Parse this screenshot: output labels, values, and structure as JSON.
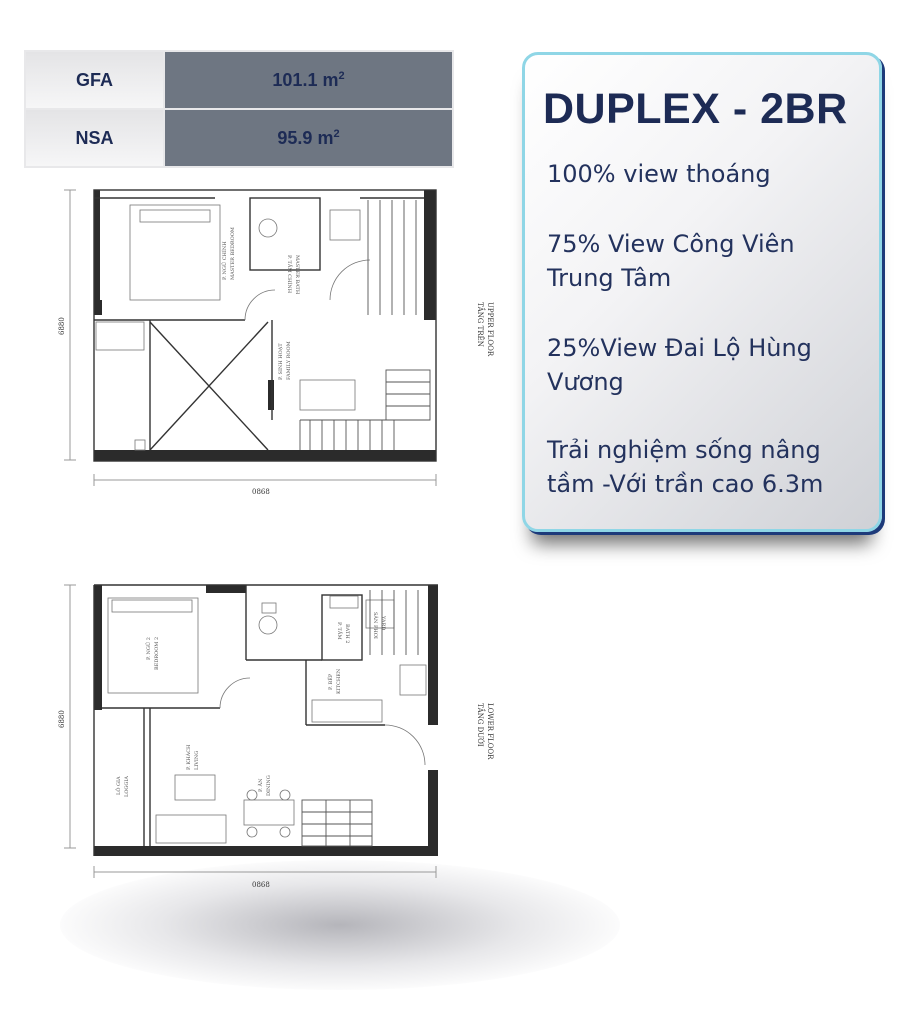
{
  "area_table": {
    "rows": [
      {
        "label": "GFA",
        "value": "101.1 m",
        "unit_sup": "2"
      },
      {
        "label": "NSA",
        "value": "95.9 m",
        "unit_sup": "2"
      }
    ]
  },
  "card": {
    "title": "DUPLEX - 2BR",
    "features": [
      "100% view thoáng",
      "75% View Công Viên Trung Tâm",
      "25%View Đai Lộ Hùng Vương",
      "Trải nghiệm sống nâng tầm -Với trần cao 6.3m"
    ]
  },
  "upper_plan": {
    "floor_label_vi": "TẦNG TRÊN",
    "floor_label_en": "UPPER FLOOR",
    "dim_height": "6880",
    "dim_width": "0868",
    "rooms": {
      "master_vi": "P. NGỦ CHÍNH",
      "master_en": "MASTER BEDROOM",
      "bath_vi": "P. TẮM CHÍNH",
      "bath_en": "MASTER BATH",
      "family_vi": "P. SINH HOẠT",
      "family_en": "FAMILY ROOM"
    }
  },
  "lower_plan": {
    "floor_label_vi": "TẦNG DƯỚI",
    "floor_label_en": "LOWER FLOOR",
    "dim_height": "6880",
    "dim_width": "0868",
    "rooms": {
      "bed2_vi": "P. NGỦ 2",
      "bed2_en": "BEDROOM 2",
      "bath2_vi": "P. TẮM",
      "bath2_en": "BATH 2",
      "yard_vi": "SÂN PHƠI",
      "yard_en": "YARD",
      "kitchen_vi": "P. BẾP",
      "kitchen_en": "KITCHEN",
      "living_vi": "P. KHÁCH",
      "living_en": "LIVING",
      "dining_vi": "P. ĂN",
      "dining_en": "DINING",
      "loggia_vi": "LÔ GIA",
      "loggia_en": "LOGGIA"
    }
  }
}
